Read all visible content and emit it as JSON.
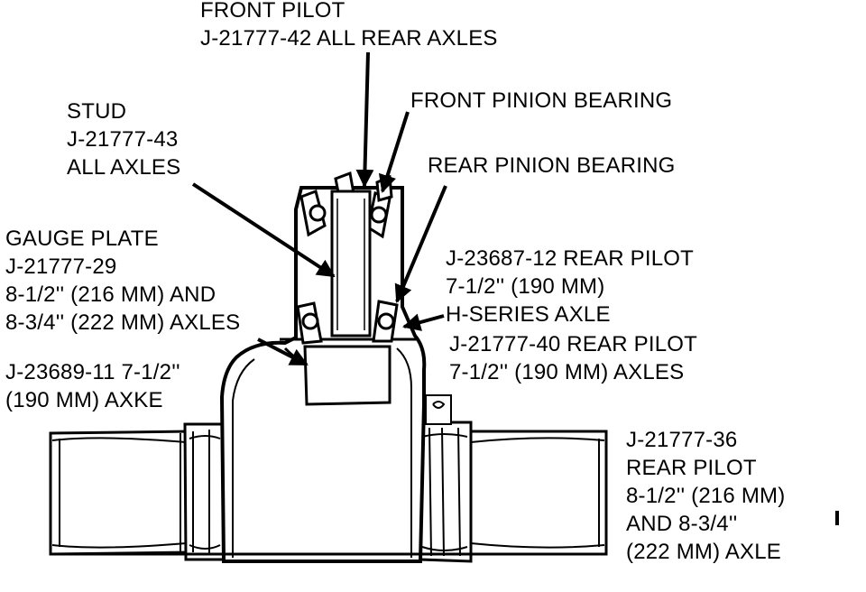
{
  "labels": {
    "front_pilot": [
      "FRONT PILOT",
      "J-21777-42 ALL REAR AXLES"
    ],
    "front_pinion_bearing": [
      "FRONT PINION BEARING"
    ],
    "stud": [
      "STUD",
      "J-21777-43",
      "ALL AXLES"
    ],
    "rear_pinion_bearing": [
      "REAR PINION BEARING"
    ],
    "gauge_plate": [
      "GAUGE PLATE",
      "J-21777-29",
      "8-1/2'' (216 MM) AND",
      "8-3/4'' (222 MM) AXLES"
    ],
    "rear_pilot_h_series": [
      "J-23687-12 REAR PILOT",
      "7-1/2'' (190 MM)",
      "H-SERIES AXLE"
    ],
    "rear_pilot_40": [
      "J-21777-40 REAR PILOT",
      "7-1/2'' (190 MM) AXLES"
    ],
    "j23689": [
      "J-23689-11 7-1/2''",
      "(190 MM) AXKE"
    ],
    "rear_pilot_36": [
      "J-21777-36",
      "REAR PILOT",
      "8-1/2'' (216 MM)",
      "AND 8-3/4''",
      "(222 MM) AXLE"
    ]
  }
}
